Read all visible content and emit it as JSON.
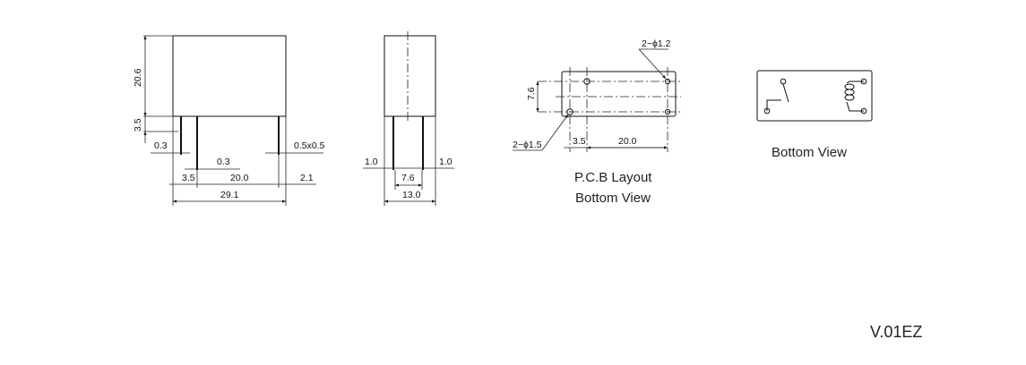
{
  "front_view": {
    "height_body": "20.6",
    "pin_length": "3.5",
    "pin_offset_left": "0.3",
    "pin_offset_inner": "0.3",
    "pin_size": "0.5x0.5",
    "pin_spacing_small": "3.5",
    "pin_spacing_large": "20.0",
    "pin_offset_right": "2.1",
    "overall_length": "29.1"
  },
  "side_view": {
    "pin_inset_left": "1.0",
    "pin_inset_right": "1.0",
    "pin_row_spacing": "7.6",
    "overall_width": "13.0"
  },
  "pcb_layout": {
    "hole_large_label": "2−ϕ1.5",
    "hole_small_label": "2−ϕ1.2",
    "row_spacing": "7.6",
    "col_spacing_small": "3.5",
    "col_spacing_large": "20.0",
    "caption_line1": "P.C.B Layout",
    "caption_line2": "Bottom View"
  },
  "schematic": {
    "caption": "Bottom View"
  },
  "version": "V.01EZ"
}
